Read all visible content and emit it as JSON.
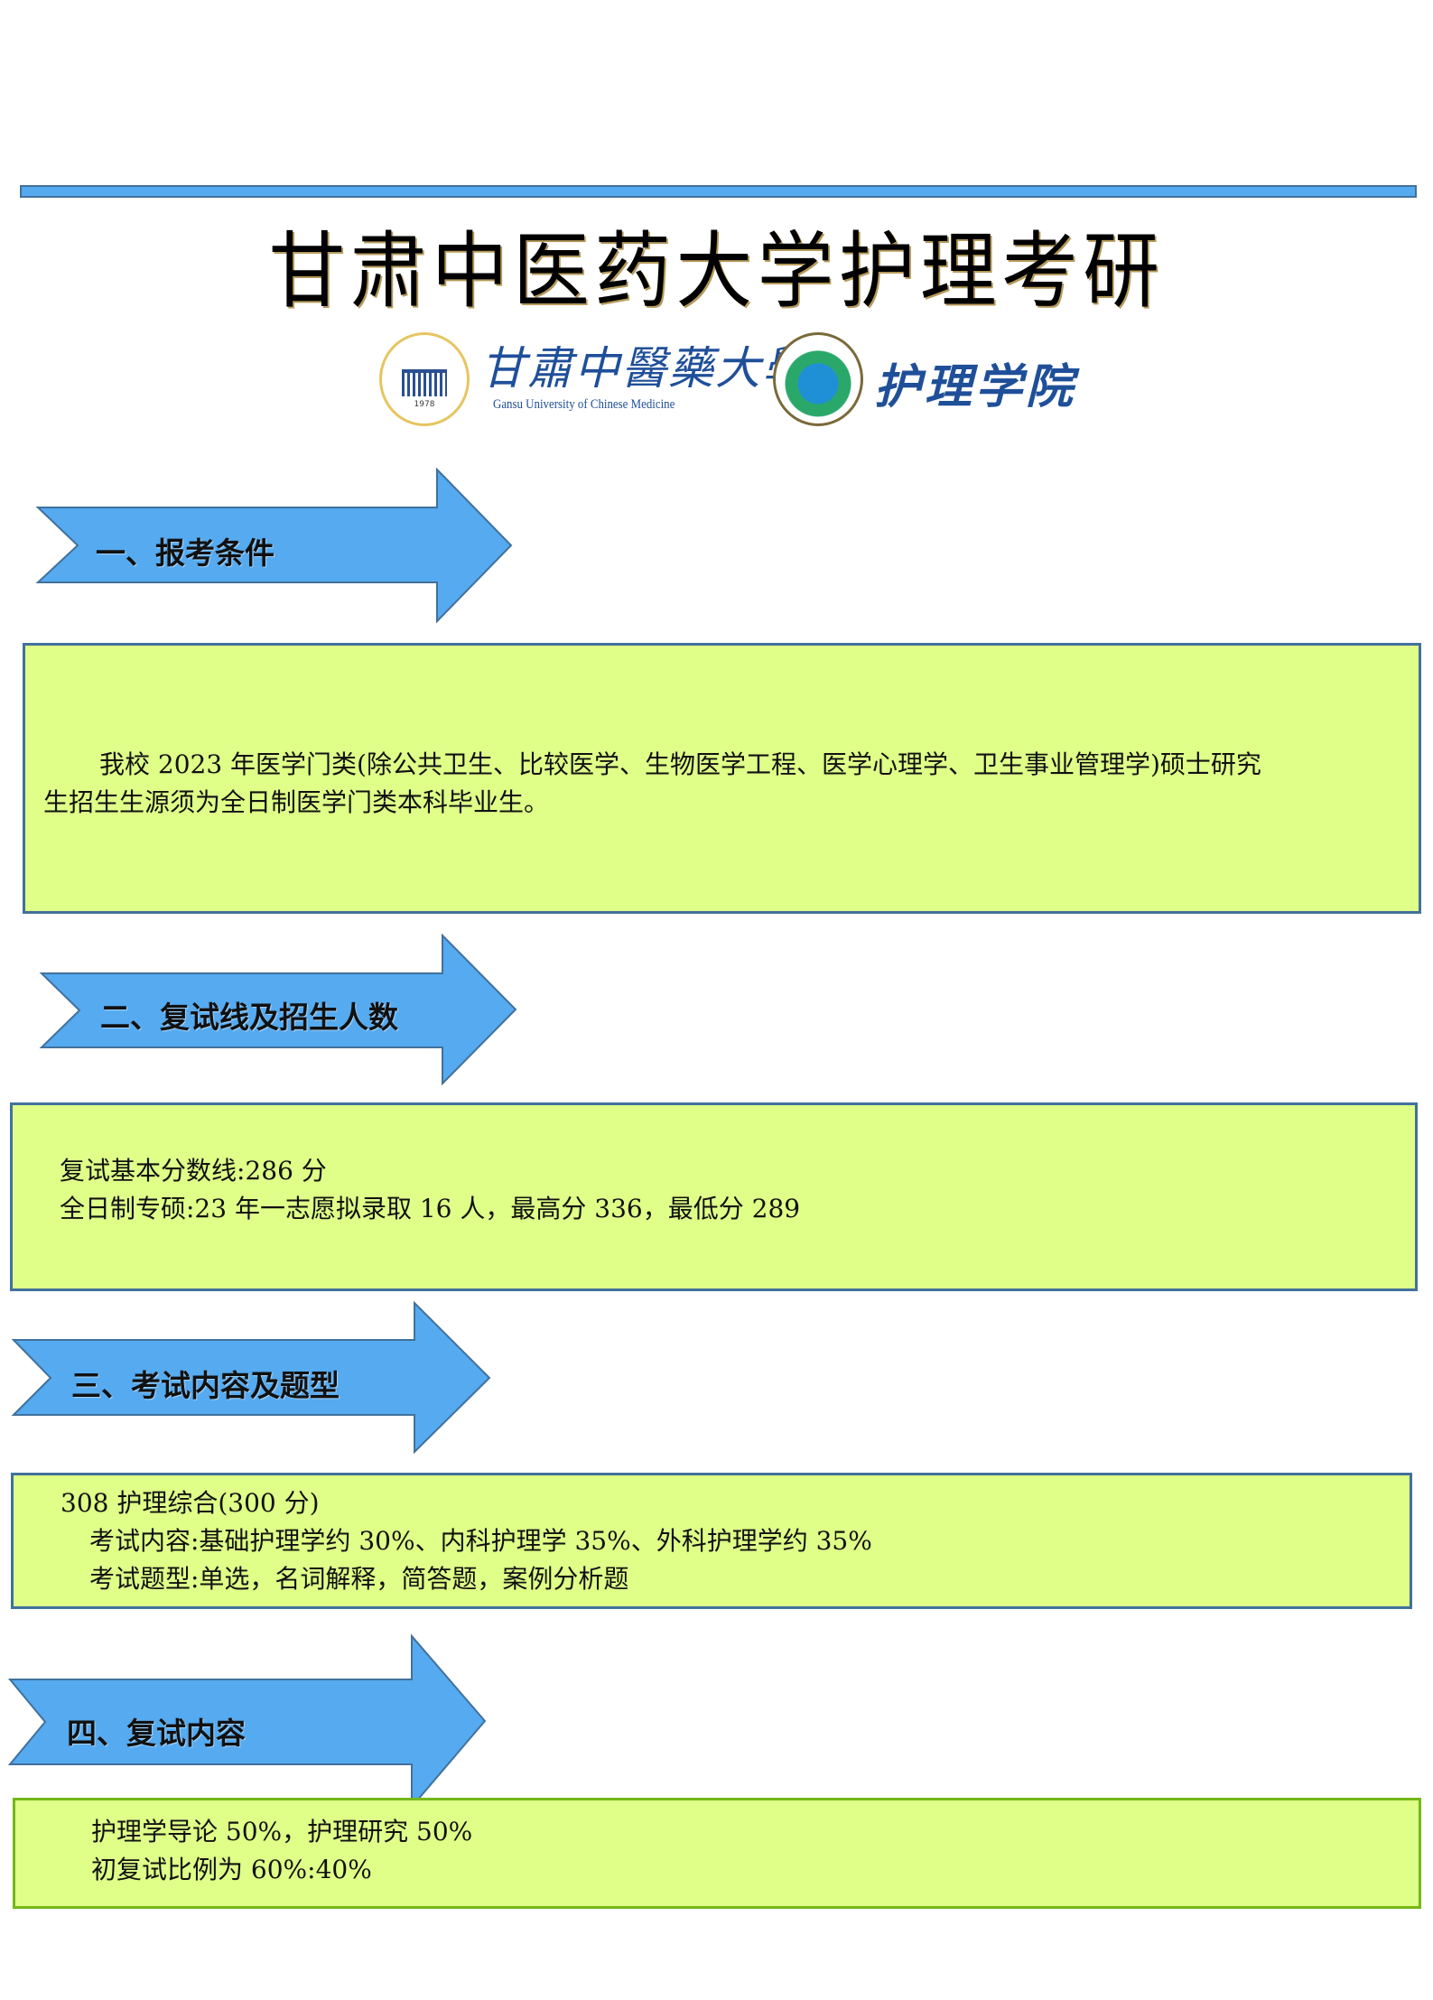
{
  "page": {
    "title": "甘肃中医药大学护理考研"
  },
  "logos": {
    "university_name_cn": "甘肅中醫藥大學",
    "university_name_en": "Gansu University of Chinese Medicine",
    "emblem_year": "1978",
    "college_name": "护理学院"
  },
  "colors": {
    "arrow_fill": "#55aaf0",
    "arrow_stroke": "#41719c",
    "box_fill": "#dfff88",
    "box_border": "#41719c",
    "box_border_last": "#74b816"
  },
  "sections": [
    {
      "heading": "一、报考条件",
      "lines": [
        "我校 2023 年医学门类(除公共卫生、比较医学、生物医学工程、医学心理学、卫生事业管理学)硕士研究",
        "生招生生源须为全日制医学门类本科毕业生。"
      ]
    },
    {
      "heading": "二、复试线及招生人数",
      "lines": [
        "复试基本分数线:286 分",
        "全日制专硕:23 年一志愿拟录取 16 人，最高分 336，最低分 289"
      ]
    },
    {
      "heading": "三、考试内容及题型",
      "lines": [
        "308 护理综合(300 分)",
        "考试内容:基础护理学约 30%、内科护理学 35%、外科护理学约 35%",
        "考试题型:单选，名词解释，简答题，案例分析题"
      ]
    },
    {
      "heading": "四、复试内容",
      "lines": [
        "护理学导论 50%，护理研究 50%",
        "初复试比例为 60%:40%"
      ]
    }
  ]
}
